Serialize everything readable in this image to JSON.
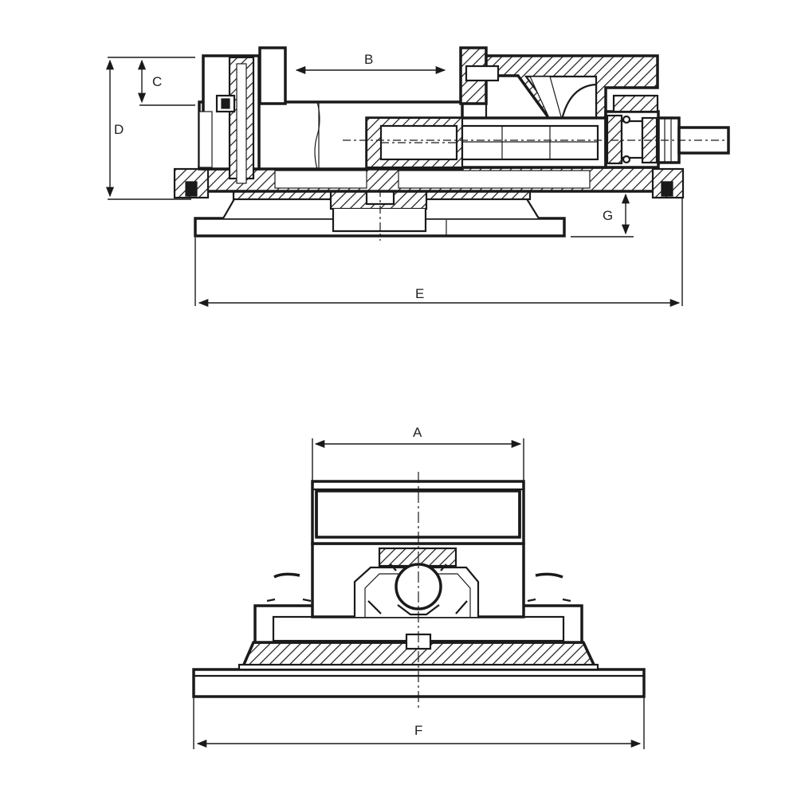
{
  "drawing": {
    "colors": {
      "line": "#1a1a1a",
      "background": "#ffffff"
    },
    "side_view": {
      "dimensions": {
        "b": "B",
        "c": "C",
        "d": "D",
        "e": "E",
        "g": "G"
      }
    },
    "front_view": {
      "dimensions": {
        "a": "A",
        "f": "F"
      }
    }
  }
}
